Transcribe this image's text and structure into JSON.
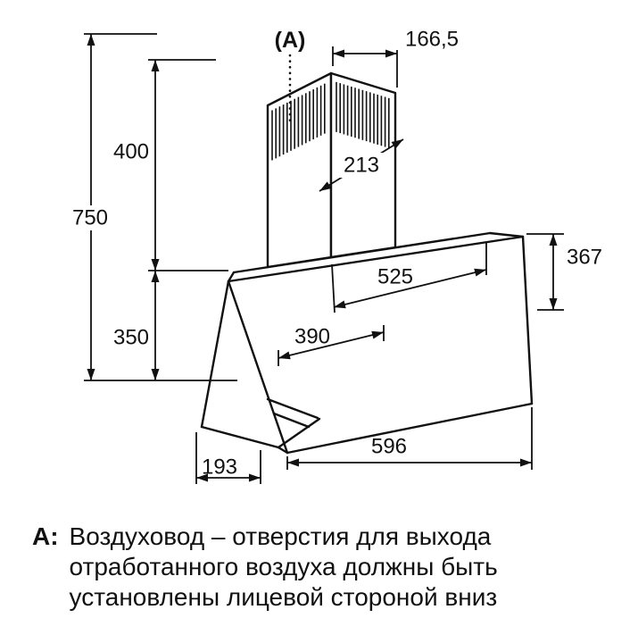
{
  "diagram": {
    "callout_label": "(A)",
    "dims": {
      "overall_height": "750",
      "chimney_height": "400",
      "body_height": "350",
      "duct_depth": "166,5",
      "duct_width": "213",
      "hood_top_width": "525",
      "hood_mid_width": "390",
      "glass_height": "367",
      "glass_width": "596",
      "bottom_depth": "193"
    }
  },
  "note": {
    "prefix": "A:",
    "lines": [
      "Воздуховод – отверстия для выхода",
      "отработанного воздуха должны быть",
      "установлены лицевой стороной вниз"
    ]
  },
  "colors": {
    "line": "#111111",
    "background": "#ffffff"
  }
}
